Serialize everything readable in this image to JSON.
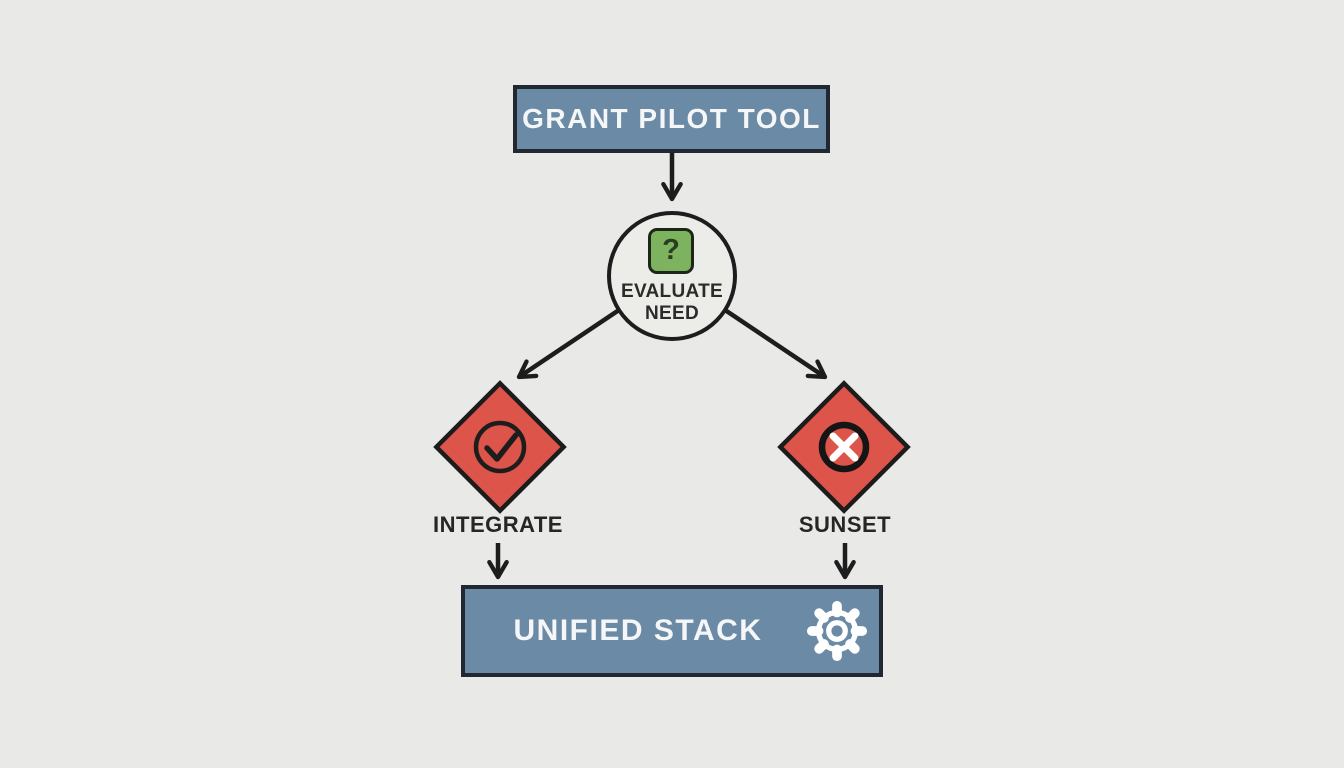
{
  "diagram": {
    "background_color": "#e9e9e7",
    "stroke_color": "#1d1d1d",
    "nodes": {
      "top": {
        "label": "GRANT PILOT TOOL",
        "fill": "#6b8aa5",
        "text_color": "#f4f6f7"
      },
      "decision": {
        "line1": "EVALUATE",
        "line2": "NEED",
        "icon": "question-mark-icon",
        "icon_glyph": "?",
        "icon_fill": "#7db35f"
      },
      "left_branch": {
        "label": "INTEGRATE",
        "icon": "check-circle-icon",
        "fill": "#dd544a"
      },
      "right_branch": {
        "label": "SUNSET",
        "icon": "x-circle-icon",
        "fill": "#dd544a"
      },
      "bottom": {
        "label": "UNIFIED STACK",
        "icon": "gear-icon",
        "fill": "#6b8aa5",
        "text_color": "#f4f6f7"
      }
    }
  }
}
